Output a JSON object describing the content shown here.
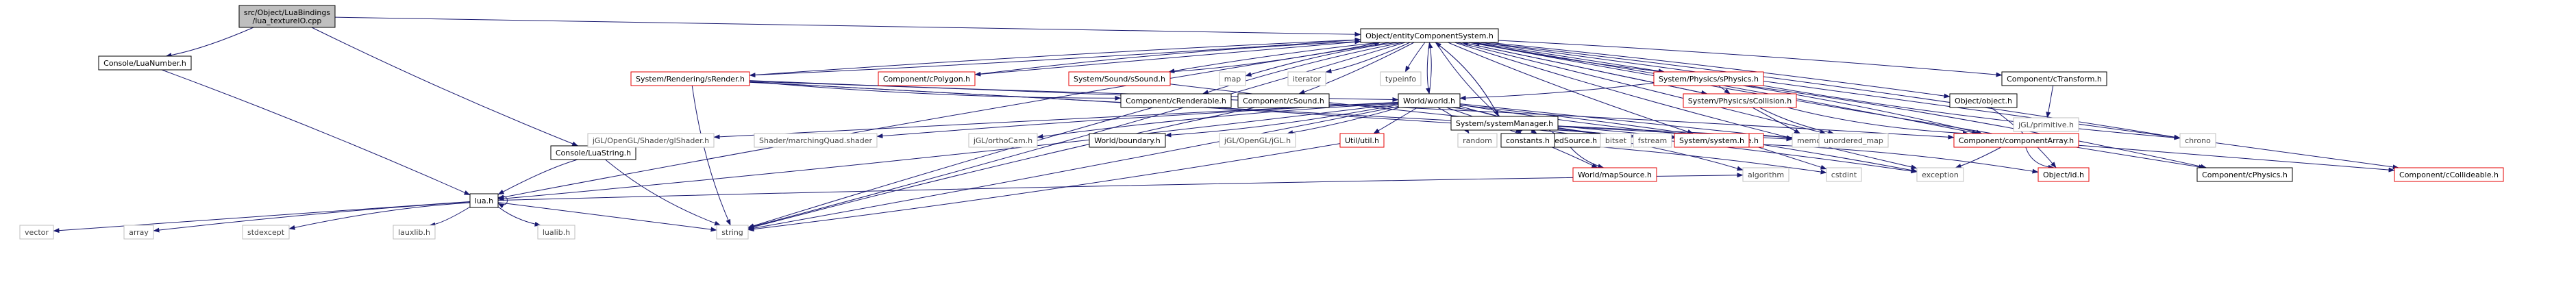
{
  "colors": {
    "edge": "#191970",
    "red": "#e60000",
    "black": "#000000",
    "gray": "#bfbfbf",
    "root_fill": "#bfbfbf"
  },
  "nodes": {
    "root": {
      "lines": [
        "src/Object/LuaBindings",
        "/lua_textureIO.cpp"
      ],
      "style": "root"
    },
    "luanumber": {
      "lines": [
        "Console/LuaNumber.h"
      ],
      "style": "black"
    },
    "luastring": {
      "lines": [
        "Console/LuaString.h"
      ],
      "style": "black"
    },
    "lua": {
      "lines": [
        "lua.h"
      ],
      "style": "black"
    },
    "vector": {
      "lines": [
        "vector"
      ],
      "style": "gray"
    },
    "array": {
      "lines": [
        "array"
      ],
      "style": "gray"
    },
    "stdexcept": {
      "lines": [
        "stdexcept"
      ],
      "style": "gray"
    },
    "lauxlib": {
      "lines": [
        "lauxlib.h"
      ],
      "style": "gray"
    },
    "lualib": {
      "lines": [
        "lualib.h"
      ],
      "style": "gray"
    },
    "string": {
      "lines": [
        "string"
      ],
      "style": "gray"
    },
    "ecs": {
      "lines": [
        "Object/entityComponentSystem.h"
      ],
      "style": "black"
    },
    "srender": {
      "lines": [
        "System/Rendering/sRender.h"
      ],
      "style": "red"
    },
    "cpolygon": {
      "lines": [
        "Component/cPolygon.h"
      ],
      "style": "red"
    },
    "ssound": {
      "lines": [
        "System/Sound/sSound.h"
      ],
      "style": "red"
    },
    "map": {
      "lines": [
        "map"
      ],
      "style": "gray"
    },
    "iterator": {
      "lines": [
        "iterator"
      ],
      "style": "gray"
    },
    "typeinfo": {
      "lines": [
        "typeinfo"
      ],
      "style": "gray"
    },
    "sphysics": {
      "lines": [
        "System/Physics/sPhysics.h"
      ],
      "style": "red"
    },
    "ctransform": {
      "lines": [
        "Component/cTransform.h"
      ],
      "style": "black"
    },
    "primitive": {
      "lines": [
        "jGL/primitive.h"
      ],
      "style": "gray"
    },
    "crenderable": {
      "lines": [
        "Component/cRenderable.h"
      ],
      "style": "black"
    },
    "csound": {
      "lines": [
        "Component/cSound.h"
      ],
      "style": "black"
    },
    "world": {
      "lines": [
        "World/world.h"
      ],
      "style": "black"
    },
    "scollision": {
      "lines": [
        "System/Physics/sCollision.h"
      ],
      "style": "red"
    },
    "object": {
      "lines": [
        "Object/object.h"
      ],
      "style": "black"
    },
    "sysmanager": {
      "lines": [
        "System/systemManager.h"
      ],
      "style": "black"
    },
    "glshader": {
      "lines": [
        "jGL/OpenGL/Shader/glShader.h"
      ],
      "style": "gray"
    },
    "mqshader": {
      "lines": [
        "Shader/marchingQuad.shader"
      ],
      "style": "gray"
    },
    "orthocam": {
      "lines": [
        "jGL/orthoCam.h"
      ],
      "style": "gray"
    },
    "boundary": {
      "lines": [
        "World/boundary.h"
      ],
      "style": "black"
    },
    "jgl": {
      "lines": [
        "jGL/OpenGL/jGL.h"
      ],
      "style": "gray"
    },
    "util": {
      "lines": [
        "Util/util.h"
      ],
      "style": "red"
    },
    "random": {
      "lines": [
        "random"
      ],
      "style": "gray"
    },
    "fixedsource": {
      "lines": [
        "World/fixedSource.h"
      ],
      "style": "black"
    },
    "fstream": {
      "lines": [
        "fstream"
      ],
      "style": "gray"
    },
    "tile": {
      "lines": [
        "World/tile.h"
      ],
      "style": "red"
    },
    "memory": {
      "lines": [
        "memory"
      ],
      "style": "gray"
    },
    "constants": {
      "lines": [
        "constants.h"
      ],
      "style": "black"
    },
    "bitset": {
      "lines": [
        "bitset"
      ],
      "style": "gray"
    },
    "system": {
      "lines": [
        "System/system.h"
      ],
      "style": "red"
    },
    "umap": {
      "lines": [
        "unordered_map"
      ],
      "style": "gray"
    },
    "comparray": {
      "lines": [
        "Component/componentArray.h"
      ],
      "style": "red"
    },
    "chrono": {
      "lines": [
        "chrono"
      ],
      "style": "gray"
    },
    "mapsource": {
      "lines": [
        "World/mapSource.h"
      ],
      "style": "red"
    },
    "algorithm": {
      "lines": [
        "algorithm"
      ],
      "style": "gray"
    },
    "cstdint": {
      "lines": [
        "cstdint"
      ],
      "style": "gray"
    },
    "exception": {
      "lines": [
        "exception"
      ],
      "style": "gray"
    },
    "id": {
      "lines": [
        "Object/id.h"
      ],
      "style": "red"
    },
    "cphysics": {
      "lines": [
        "Component/cPhysics.h"
      ],
      "style": "black"
    },
    "ccollideable": {
      "lines": [
        "Component/cCollideable.h"
      ],
      "style": "red"
    }
  },
  "edges": [
    [
      "root",
      "luanumber"
    ],
    [
      "root",
      "luastring"
    ],
    [
      "root",
      "ecs"
    ],
    [
      "luanumber",
      "lua"
    ],
    [
      "luastring",
      "lua"
    ],
    [
      "luastring",
      "string"
    ],
    [
      "lua",
      "lua"
    ],
    [
      "lua",
      "vector"
    ],
    [
      "lua",
      "array"
    ],
    [
      "lua",
      "stdexcept"
    ],
    [
      "lua",
      "lauxlib"
    ],
    [
      "lua",
      "lualib"
    ],
    [
      "lua",
      "string"
    ],
    [
      "lua",
      "algorithm"
    ],
    [
      "ecs",
      "lua"
    ],
    [
      "ecs",
      "string"
    ],
    [
      "ecs",
      "srender"
    ],
    [
      "ecs",
      "cpolygon"
    ],
    [
      "ecs",
      "ssound"
    ],
    [
      "ecs",
      "map"
    ],
    [
      "ecs",
      "iterator"
    ],
    [
      "ecs",
      "typeinfo"
    ],
    [
      "ecs",
      "sphysics"
    ],
    [
      "ecs",
      "ctransform"
    ],
    [
      "ecs",
      "crenderable"
    ],
    [
      "ecs",
      "csound"
    ],
    [
      "ecs",
      "world"
    ],
    [
      "ecs",
      "scollision"
    ],
    [
      "ecs",
      "object"
    ],
    [
      "ecs",
      "sysmanager"
    ],
    [
      "ecs",
      "constants"
    ],
    [
      "ecs",
      "system"
    ],
    [
      "ecs",
      "umap"
    ],
    [
      "ecs",
      "comparray"
    ],
    [
      "ecs",
      "chrono"
    ],
    [
      "ecs",
      "exception"
    ],
    [
      "ecs",
      "cphysics"
    ],
    [
      "ecs",
      "ccollideable"
    ],
    [
      "srender",
      "ecs"
    ],
    [
      "cpolygon",
      "ecs"
    ],
    [
      "ssound",
      "ecs"
    ],
    [
      "sphysics",
      "ecs"
    ],
    [
      "scollision",
      "ecs"
    ],
    [
      "world",
      "ecs"
    ],
    [
      "sysmanager",
      "ecs"
    ],
    [
      "srender",
      "crenderable"
    ],
    [
      "srender",
      "world"
    ],
    [
      "srender",
      "memory"
    ],
    [
      "srender",
      "system"
    ],
    [
      "srender",
      "comparray"
    ],
    [
      "srender",
      "string"
    ],
    [
      "ssound",
      "system"
    ],
    [
      "sphysics",
      "scollision"
    ],
    [
      "sphysics",
      "comparray"
    ],
    [
      "sphysics",
      "cphysics"
    ],
    [
      "sphysics",
      "chrono"
    ],
    [
      "sphysics",
      "world"
    ],
    [
      "ctransform",
      "primitive"
    ],
    [
      "crenderable",
      "string"
    ],
    [
      "csound",
      "string"
    ],
    [
      "world",
      "lua"
    ],
    [
      "world",
      "string"
    ],
    [
      "world",
      "glshader"
    ],
    [
      "world",
      "mqshader"
    ],
    [
      "world",
      "orthocam"
    ],
    [
      "world",
      "boundary"
    ],
    [
      "world",
      "jgl"
    ],
    [
      "world",
      "util"
    ],
    [
      "world",
      "random"
    ],
    [
      "world",
      "fixedsource"
    ],
    [
      "world",
      "fstream"
    ],
    [
      "world",
      "tile"
    ],
    [
      "world",
      "memory"
    ],
    [
      "world",
      "mapsource"
    ],
    [
      "world",
      "exception"
    ],
    [
      "scollision",
      "comparray"
    ],
    [
      "scollision",
      "umap"
    ],
    [
      "scollision",
      "memory"
    ],
    [
      "object",
      "id"
    ],
    [
      "sysmanager",
      "constants"
    ],
    [
      "sysmanager",
      "bitset"
    ],
    [
      "sysmanager",
      "system"
    ],
    [
      "sysmanager",
      "umap"
    ],
    [
      "sysmanager",
      "exception"
    ],
    [
      "sysmanager",
      "algorithm"
    ],
    [
      "util",
      "string"
    ],
    [
      "fixedsource",
      "mapsource"
    ],
    [
      "tile",
      "cstdint"
    ],
    [
      "constants",
      "cstdint"
    ],
    [
      "system",
      "id"
    ],
    [
      "comparray",
      "id"
    ],
    [
      "comparray",
      "exception"
    ],
    [
      "comparray",
      "ccollideable"
    ]
  ]
}
